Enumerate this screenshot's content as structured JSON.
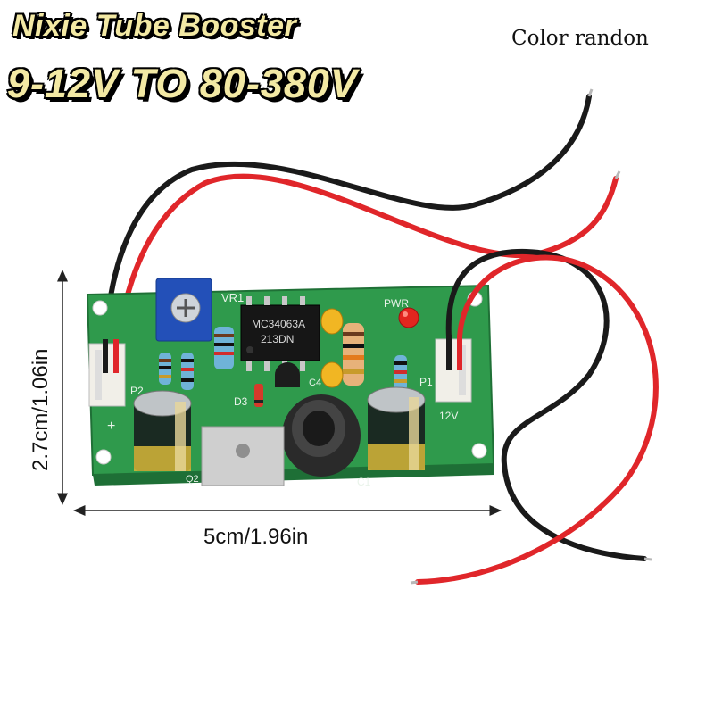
{
  "product": {
    "title": "Nixie Tube Booster",
    "voltage_range": "9-12V TO 80-380V",
    "color_note": "Color randon"
  },
  "dimensions": {
    "width_label": "5cm/1.96in",
    "height_label": "2.7cm/1.06in"
  },
  "board": {
    "ic_line1": "MC34063A",
    "ic_line2": "213DN",
    "label_vr1": "VR1",
    "label_pwr": "PWR",
    "label_p1": "P1",
    "label_p2": "P2",
    "label_12v": "12V",
    "label_plus": "+",
    "label_d3": "D3",
    "label_c1": "C1",
    "label_c4": "C4",
    "label_q2": "Q2",
    "colors": {
      "pcb": "#2f9a4c",
      "wire_black": "#1a1a1a",
      "wire_red": "#e0262a"
    }
  }
}
